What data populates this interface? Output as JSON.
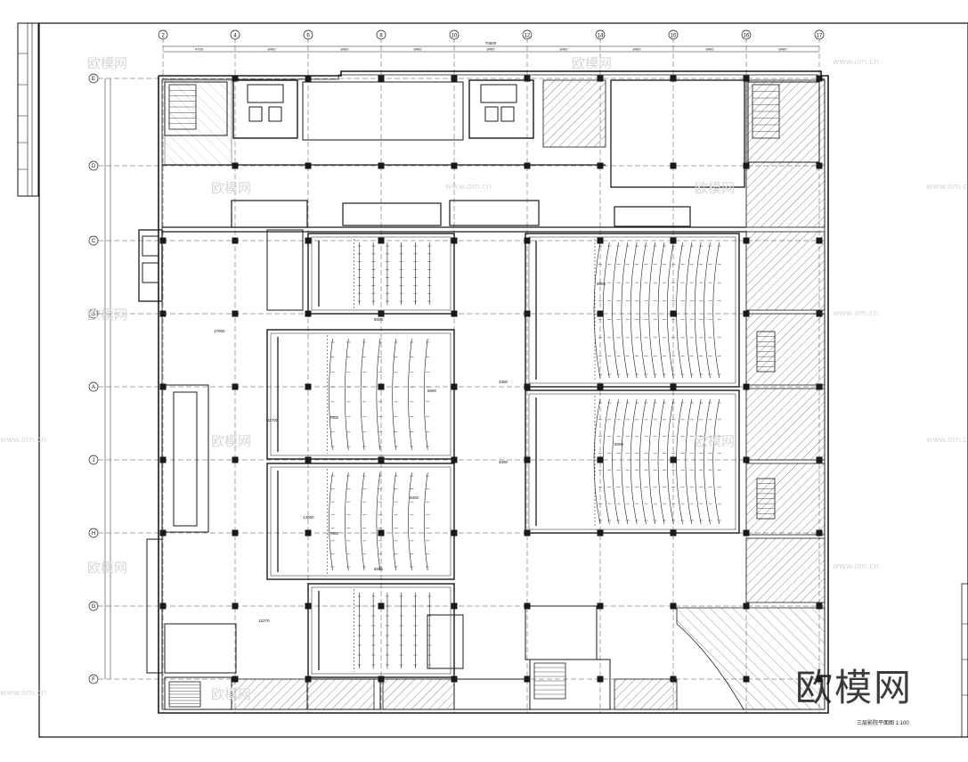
{
  "drawing": {
    "title": "三层影院平面图  1:100",
    "watermark": "欧模网",
    "watermark_small": "欧模网",
    "watermark_url": "www.om.cn"
  },
  "grid": {
    "columns": [
      "2",
      "4",
      "6",
      "8",
      "10",
      "12",
      "14",
      "15",
      "16",
      "17"
    ],
    "rows": [
      "E",
      "D",
      "C",
      "B",
      "A",
      "J",
      "H",
      "G",
      "F",
      "A"
    ],
    "overall_dimension": "70500",
    "bay_dimensions": [
      "4700",
      "8400",
      "8400",
      "8400",
      "8400",
      "8400",
      "8400",
      "8400",
      "8400"
    ]
  },
  "room_labels": [
    "17000",
    "11700",
    "14000",
    "9000",
    "9000",
    "9000",
    "9000",
    "12270",
    "7000",
    "7000",
    "3300",
    "4000",
    "6600",
    "6000"
  ],
  "colors": {
    "line": "#1a1a1a",
    "hatch": "#444444",
    "wall": "#2b2b2b",
    "background": "#ffffff"
  }
}
